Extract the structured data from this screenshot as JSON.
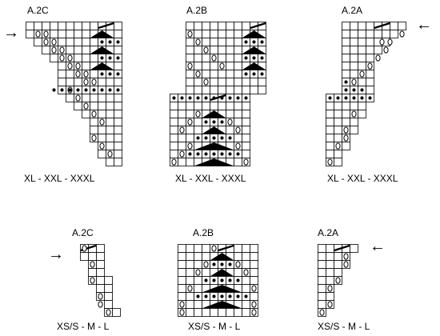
{
  "charts": [
    {
      "id": "a2c-large",
      "title": "A.2C",
      "caption": "XL - XXL - XXXL",
      "arrow": "→"
    },
    {
      "id": "a2b-large",
      "title": "A.2B",
      "caption": "XL - XXL - XXXL",
      "arrow": ""
    },
    {
      "id": "a2a-large",
      "title": "A.2A",
      "caption": "XL - XXL - XXXL",
      "arrow": "←"
    },
    {
      "id": "a2c-small",
      "title": "A.2C",
      "caption": "XS/S - M - L",
      "arrow": "→"
    },
    {
      "id": "a2b-small",
      "title": "A.2B",
      "caption": "XS/S - M - L",
      "arrow": ""
    },
    {
      "id": "a2a-small",
      "title": "A.2A",
      "caption": "XS/S - M - L",
      "arrow": "←"
    }
  ],
  "colors": {
    "grid": "#000000",
    "fill": "#000000",
    "background": "#ffffff"
  },
  "symbols": [
    "yarn-over",
    "bobble-dot",
    "decrease-triangle",
    "slant-stitch"
  ]
}
